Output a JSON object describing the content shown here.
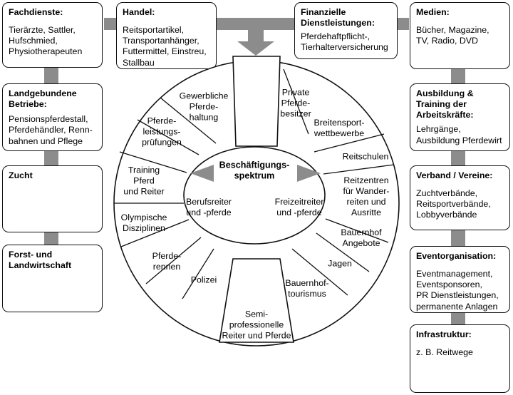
{
  "colors": {
    "connector": "#8c8c8c",
    "stroke": "#111111",
    "background": "#ffffff"
  },
  "left_boxes": [
    {
      "title": "Fachdienste:",
      "body": "Tierärzte, Sattler,\nHufschmied,\nPhysiotherapeuten"
    },
    {
      "title": "Landgebundene\nBetriebe:",
      "body": "Pensionspferdestall,\nPferdehändler, Renn-\nbahnen und Pflege"
    },
    {
      "title": "Zucht",
      "body": ""
    },
    {
      "title": "Forst- und\nLandwirtschaft",
      "body": ""
    }
  ],
  "top_boxes": [
    {
      "title": "Handel:",
      "body": "Reitsportartikel,\nTransportanhänger,\nFuttermittel, Einstreu,\nStallbau"
    },
    {
      "title": "Finanzielle\nDienstleistungen:",
      "body": "Pferdehaftpflicht-,\nTierhalterversicherung"
    }
  ],
  "right_boxes": [
    {
      "title": "Medien:",
      "body": "Bücher, Magazine,\nTV, Radio, DVD"
    },
    {
      "title": "Ausbildung &\nTraining der\nArbeitskräfte:",
      "body": "Lehrgänge,\nAusbildung Pferdewirt"
    },
    {
      "title": "Verband / Vereine:",
      "body": "Zuchtverbände,\nReitsportverbände,\nLobbyverbände"
    },
    {
      "title": "Eventorganisation:",
      "body": "Eventmanagement,\nEventsponsoren,\nPR Dienstleistungen,\npermanente Anlagen"
    },
    {
      "title": "Infrastruktur:",
      "body": "z. B. Reitwege"
    }
  ],
  "wheel": {
    "center_title": "Beschäftigungs-\nspektrum",
    "center_left": "Berufsreiter\nund -pferde",
    "center_right": "Freizeitreiter\nund -pferde",
    "segments": [
      "Private\nPferde-\nbesitzer",
      "Breitensport-\nwettbewerbe",
      "Reitschulen",
      "Reitzentren\nfür Wander-\nreiten und\nAusritte",
      "Bauernhof\nAngebote",
      "Jagen",
      "Bauernhof-\ntourismus",
      "Semi-\nprofessionelle\nReiter und Pferde",
      "Polizei",
      "Pferde-\nrennen",
      "Olympische\nDisziplinen",
      "Training\nPferd\nund Reiter",
      "Pferde-\nleistungs-\nprüfungen",
      "Gewerbliche\nPferde-\nhaltung"
    ]
  }
}
